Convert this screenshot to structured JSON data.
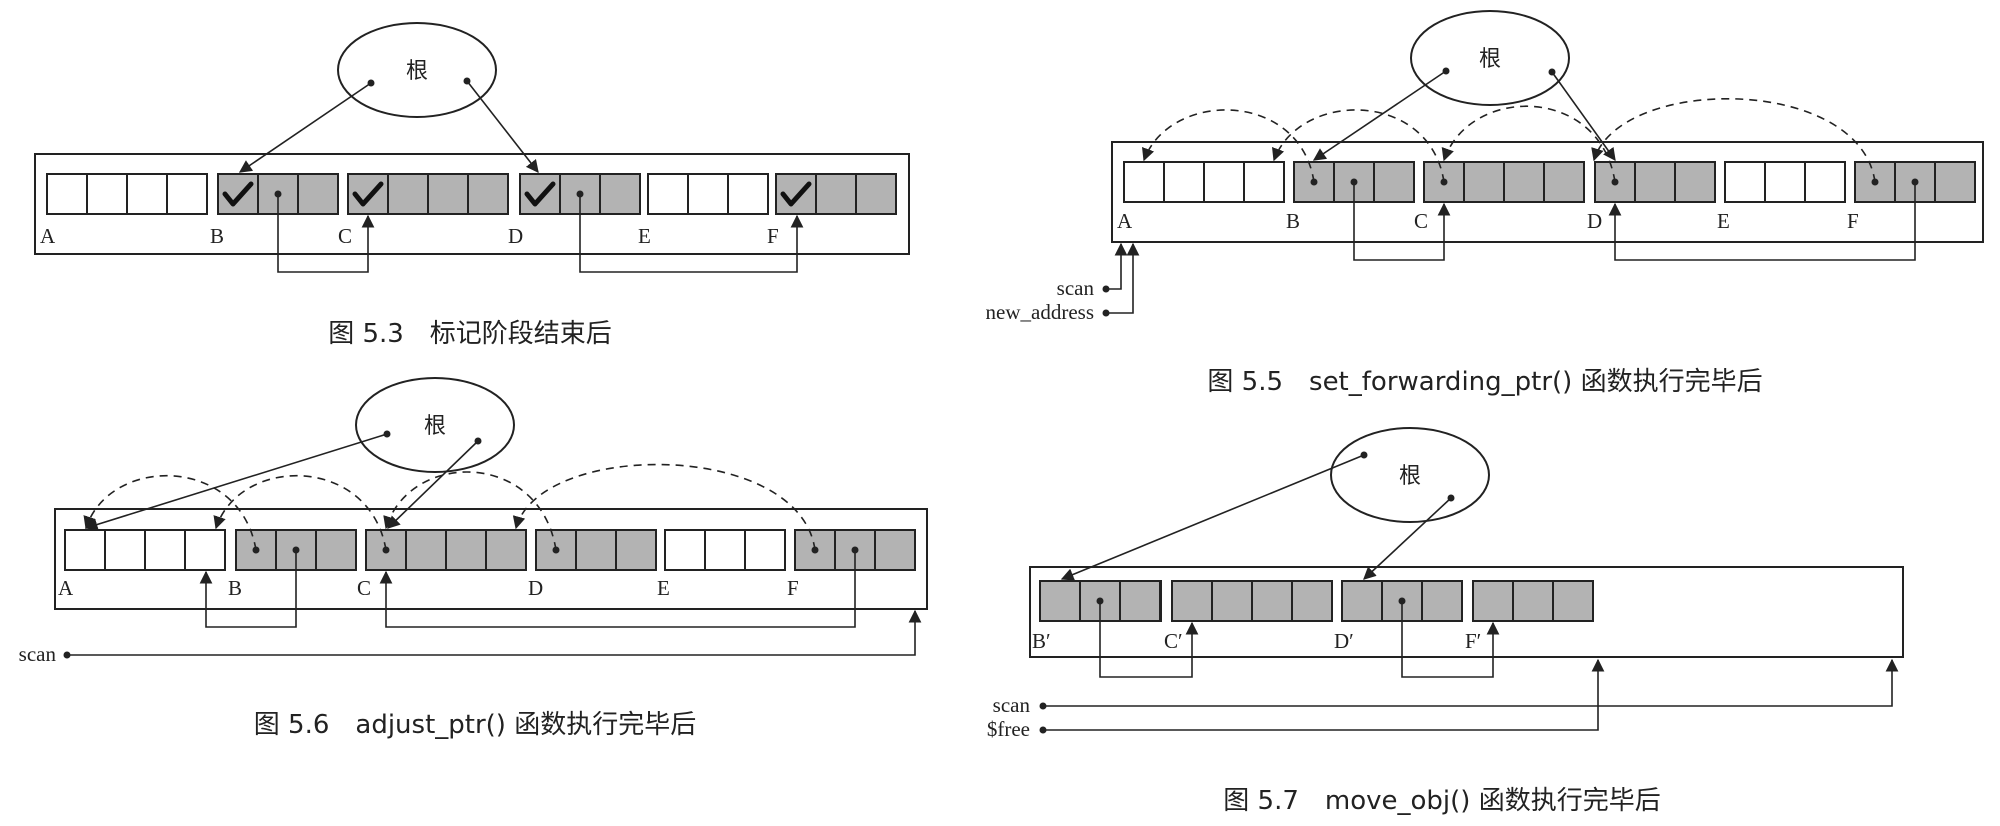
{
  "figures": {
    "fig53": {
      "caption": "图 5.3　标记阶段结束后",
      "root_label": "根",
      "labels": {
        "A": "A",
        "B": "B",
        "C": "C",
        "D": "D",
        "E": "E",
        "F": "F"
      }
    },
    "fig55": {
      "caption": "图 5.5　set_forwarding_ptr() 函数执行完毕后",
      "root_label": "根",
      "labels": {
        "A": "A",
        "B": "B",
        "C": "C",
        "D": "D",
        "E": "E",
        "F": "F"
      },
      "scan": "scan",
      "new_address": "new_address"
    },
    "fig56": {
      "caption": "图 5.6　adjust_ptr() 函数执行完毕后",
      "root_label": "根",
      "labels": {
        "A": "A",
        "B": "B",
        "C": "C",
        "D": "D",
        "E": "E",
        "F": "F"
      },
      "scan": "scan"
    },
    "fig57": {
      "caption": "图 5.7　move_obj() 函数执行完毕后",
      "root_label": "根",
      "labels": {
        "B": "B′",
        "C": "C′",
        "D": "D′",
        "F": "F′"
      },
      "scan": "scan",
      "free": "$free"
    }
  }
}
